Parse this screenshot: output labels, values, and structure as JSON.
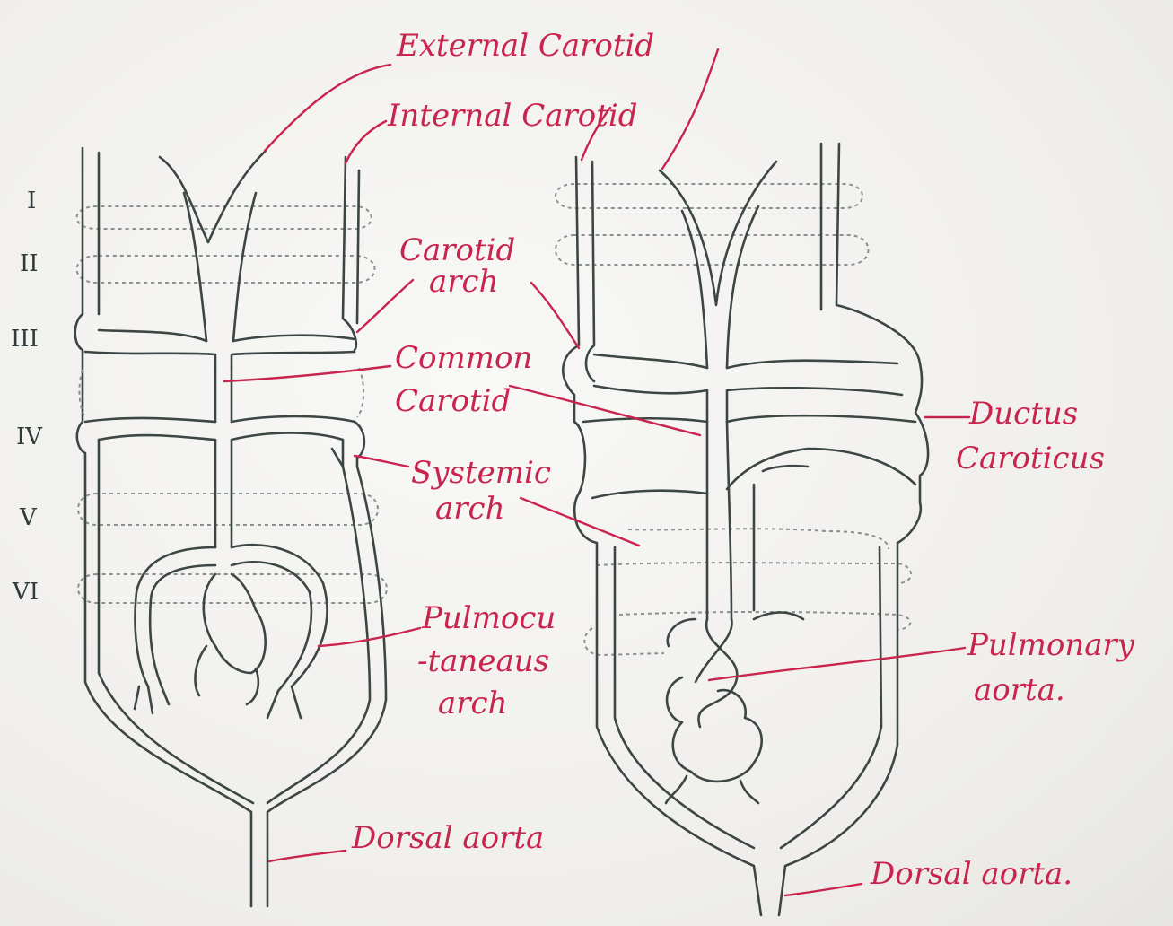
{
  "arch_numbers": [
    "I",
    "II",
    "III",
    "IV",
    "V",
    "VI"
  ],
  "labels": {
    "external_carotid": "External Carotid",
    "internal_carotid": "Internal Carotid",
    "carotid_arch_1": "Carotid",
    "carotid_arch_2": "arch",
    "common_carotid_1": "Common",
    "common_carotid_2": "Carotid",
    "systemic_arch_1": "Systemic",
    "systemic_arch_2": "arch",
    "pulmocutaneous_1": "Pulmocu",
    "pulmocutaneous_2": "-taneaus",
    "pulmocutaneous_3": "arch",
    "dorsal_aorta_left": "Dorsal aorta",
    "ductus_caroticus_1": "Ductus",
    "ductus_caroticus_2": "Caroticus",
    "pulmonary_aorta_1": "Pulmonary",
    "pulmonary_aorta_2": "aorta.",
    "dorsal_aorta_right": "Dorsal aorta."
  },
  "colors": {
    "paper": "#f2f1ee",
    "ink": "#3c4644",
    "label_ink": "#c8244e"
  }
}
